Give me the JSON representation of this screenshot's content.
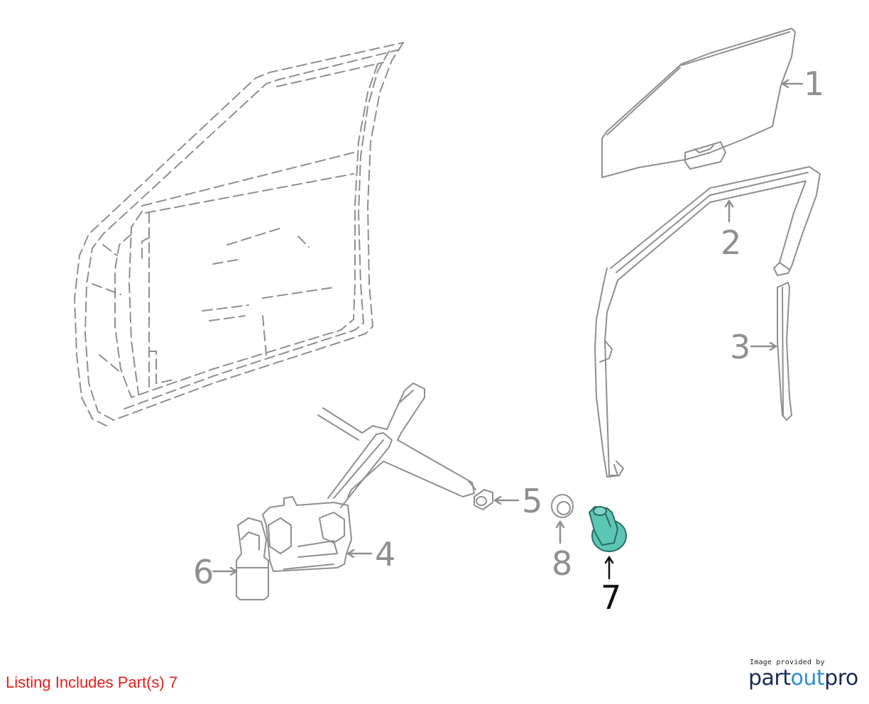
{
  "callouts": [
    {
      "id": "1",
      "label": "1",
      "highlight": false
    },
    {
      "id": "2",
      "label": "2",
      "highlight": false
    },
    {
      "id": "3",
      "label": "3",
      "highlight": false
    },
    {
      "id": "4",
      "label": "4",
      "highlight": false
    },
    {
      "id": "5",
      "label": "5",
      "highlight": false
    },
    {
      "id": "6",
      "label": "6",
      "highlight": false
    },
    {
      "id": "7",
      "label": "7",
      "highlight": true
    },
    {
      "id": "8",
      "label": "8",
      "highlight": false
    }
  ],
  "footer": {
    "listing_text": "Listing Includes Part(s) 7"
  },
  "branding": {
    "caption": "Image provided by",
    "name_part1": "part",
    "name_part2": "out",
    "name_part3": "pro"
  },
  "colors": {
    "line": "#8f8f8f",
    "highlight_fill": "#5cc6b4",
    "highlight_stroke": "#2a6e63",
    "listing_text": "#e0211d",
    "brand_dark": "#1a2b57",
    "brand_accent": "#2d8fd6"
  }
}
